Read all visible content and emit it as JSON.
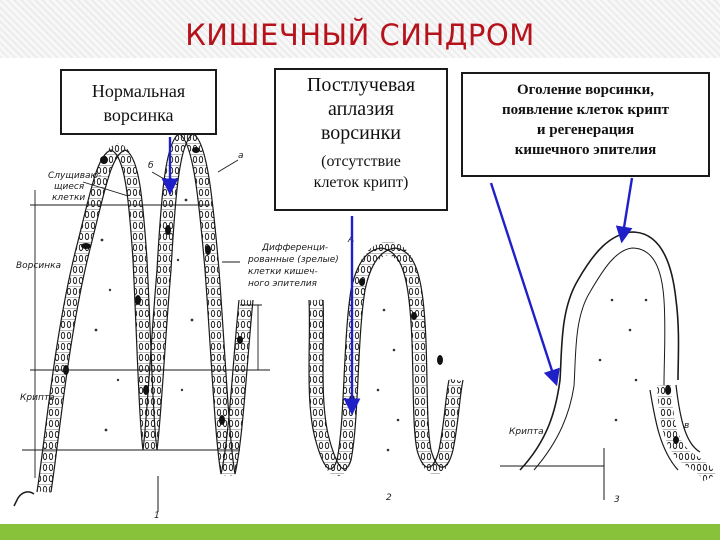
{
  "slide": {
    "title": "КИШЕЧНЫЙ СИНДРОМ",
    "accent_color": "#b5121b",
    "footer_color": "#88c23b"
  },
  "captions": {
    "normal": {
      "line1": "Нормальная",
      "line2": "ворсинка"
    },
    "aplasia": {
      "line1": "Постлучевая",
      "line2": "аплазия",
      "line3": "ворсинки",
      "sub1": "(отсутствие",
      "sub2": "клеток крипт)"
    },
    "denudation": {
      "line1": "Оголение ворсинки,",
      "line2": "появление клеток крипт",
      "line3": "и регенерация",
      "line4": "кишечного эпителия"
    }
  },
  "figure_labels": {
    "desquamating": [
      "Слущиваю-",
      "щиеся",
      "клетки"
    ],
    "villus": "Ворсинка",
    "crypt": "Крипта",
    "differentiated": [
      "Дифференци-",
      "рованные (зрелые)",
      "клетки кишеч-",
      "ного эпителия"
    ],
    "crypt_right": "Крипта",
    "letter_b": "б",
    "letter_a": "а",
    "letter_A": "А",
    "num1": "1",
    "num2": "2",
    "num3": "3",
    "letter_v": "в"
  }
}
